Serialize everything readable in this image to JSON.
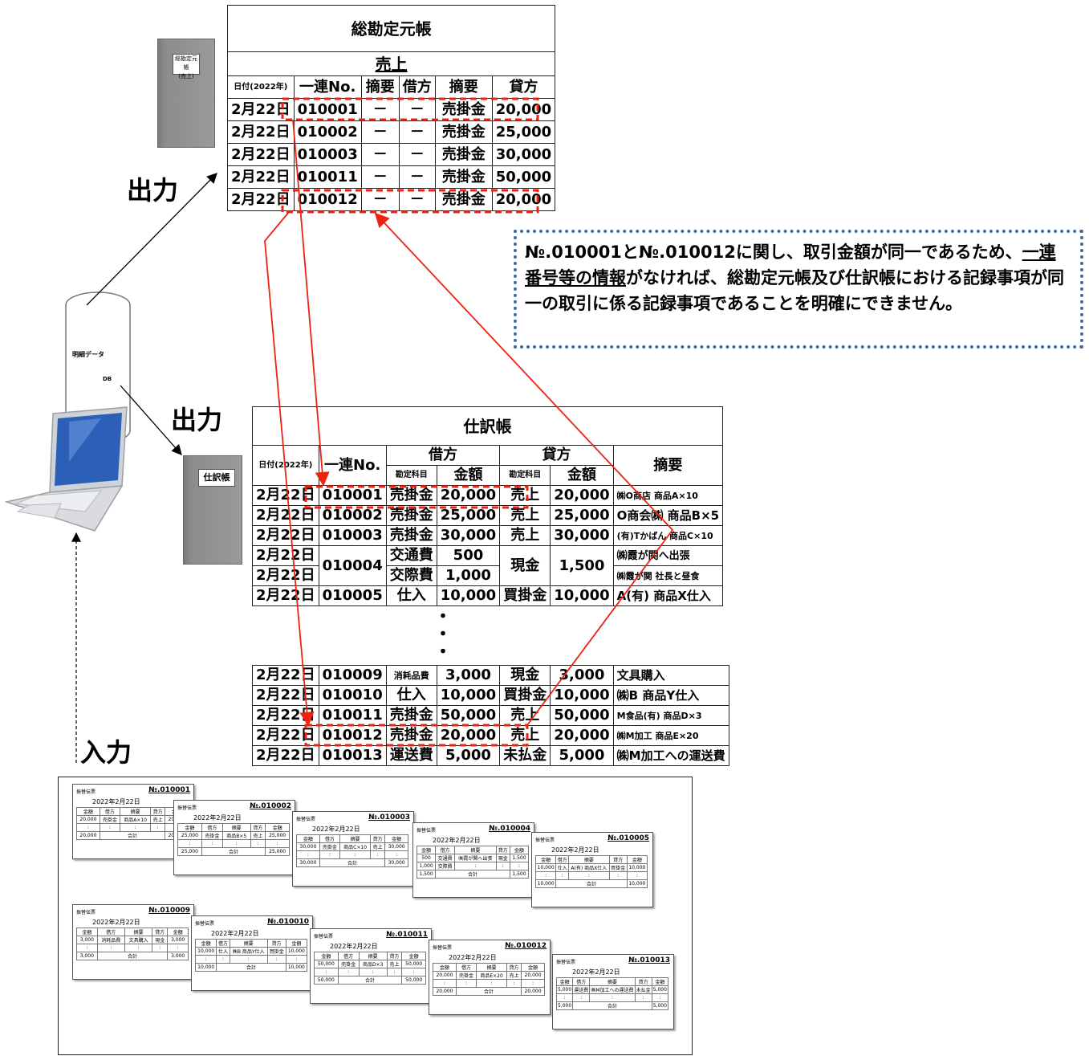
{
  "general_ledger": {
    "title": "総勘定元帳",
    "account": "売上",
    "headers": [
      "日付(2022年)",
      "一連No.",
      "摘要",
      "借方",
      "摘要",
      "貸方"
    ],
    "rows": [
      [
        "2月22日",
        "010001",
        "－",
        "－",
        "売掛金",
        "20,000"
      ],
      [
        "2月22日",
        "010002",
        "－",
        "－",
        "売掛金",
        "25,000"
      ],
      [
        "2月22日",
        "010003",
        "－",
        "－",
        "売掛金",
        "30,000"
      ],
      [
        "2月22日",
        "010011",
        "－",
        "－",
        "売掛金",
        "50,000"
      ],
      [
        "2月22日",
        "010012",
        "－",
        "－",
        "売掛金",
        "20,000"
      ]
    ],
    "book_label": "総勘定元帳\n(売上)"
  },
  "output_label_top": "出力",
  "output_label_mid": "出力",
  "input_label": "入力",
  "db": {
    "label": "明細データ",
    "sub": "DB"
  },
  "note": {
    "part1": "№.010001と№.010012に関し、取引金額が同一であるため、",
    "underlined": "一連番号等の情報",
    "part2": "がなければ、総勘定元帳及び仕訳帳における記録事項が同一の取引に係る記録事項であることを明確にできません。"
  },
  "journal": {
    "title": "仕訳帳",
    "book_label": "仕訳帳",
    "headers": {
      "date": "日付(2022年)",
      "no": "一連No.",
      "debit": "借方",
      "credit": "貸方",
      "account": "勘定科目",
      "amount": "金額",
      "memo": "摘要"
    },
    "rows_a": [
      [
        "2月22日",
        "010001",
        "売掛金",
        "20,000",
        "売上",
        "20,000",
        "㈱O商店 商品A×10"
      ],
      [
        "2月22日",
        "010002",
        "売掛金",
        "25,000",
        "売上",
        "25,000",
        "O商会㈱ 商品B×5"
      ],
      [
        "2月22日",
        "010003",
        "売掛金",
        "30,000",
        "売上",
        "30,000",
        "(有)Tかばん 商品C×10"
      ]
    ],
    "row_004": {
      "dates": [
        "2月22日",
        "2月22日"
      ],
      "no": "010004",
      "debits": [
        [
          "交通費",
          "500"
        ],
        [
          "交際費",
          "1,000"
        ]
      ],
      "credit": [
        "現金",
        "1,500"
      ],
      "memos": [
        "㈱霞が関へ出張",
        "㈱霞が関 社長と昼食"
      ]
    },
    "row_005": [
      "2月22日",
      "010005",
      "仕入",
      "10,000",
      "買掛金",
      "10,000",
      "A(有) 商品X仕入"
    ],
    "ellipsis": "・\n・\n・",
    "rows_b": [
      [
        "2月22日",
        "010009",
        "消耗品費",
        "3,000",
        "現金",
        "3,000",
        "文具購入"
      ],
      [
        "2月22日",
        "010010",
        "仕入",
        "10,000",
        "買掛金",
        "10,000",
        "㈱B 商品Y仕入"
      ],
      [
        "2月22日",
        "010011",
        "売掛金",
        "50,000",
        "売上",
        "50,000",
        "M食品(有) 商品D×3"
      ],
      [
        "2月22日",
        "010012",
        "売掛金",
        "20,000",
        "売上",
        "20,000",
        "㈱M加工 商品E×20"
      ],
      [
        "2月22日",
        "010013",
        "運送費",
        "5,000",
        "未払金",
        "5,000",
        "㈱M加工への運送費"
      ]
    ]
  },
  "vouchers": {
    "header": "振替伝票",
    "date": "2022年2月22日",
    "col_headers": [
      "金額",
      "借方",
      "摘要",
      "貸方",
      "金額"
    ],
    "total": "合計",
    "items": [
      {
        "no": "№.010001",
        "amount": "20,000",
        "debit": "売掛金",
        "memo": "商品A×10",
        "credit": "売上"
      },
      {
        "no": "№.010002",
        "amount": "25,000",
        "debit": "売掛金",
        "memo": "商品B×5",
        "credit": "売上"
      },
      {
        "no": "№.010003",
        "amount": "30,000",
        "debit": "売掛金",
        "memo": "商品C×10",
        "credit": "売上"
      },
      {
        "no": "№.010004",
        "amount": "500",
        "debit": "交通費",
        "memo": "㈱霞が関へ出張",
        "credit": "現金",
        "amount2": "1,000",
        "debit2": "交際費",
        "total": "1,500"
      },
      {
        "no": "№.010005",
        "amount": "10,000",
        "debit": "仕入",
        "memo": "A(有) 商品X仕入",
        "credit": "買掛金"
      },
      {
        "no": "№.010009",
        "amount": "3,000",
        "debit": "消耗品費",
        "memo": "文具購入",
        "credit": "現金"
      },
      {
        "no": "№.010010",
        "amount": "10,000",
        "debit": "仕入",
        "memo": "㈱B 商品Y仕入",
        "credit": "買掛金"
      },
      {
        "no": "№.010011",
        "amount": "50,000",
        "debit": "売掛金",
        "memo": "商品D×3",
        "credit": "売上"
      },
      {
        "no": "№.010012",
        "amount": "20,000",
        "debit": "売掛金",
        "memo": "商品E×20",
        "credit": "売上"
      },
      {
        "no": "№.010013",
        "amount": "5,000",
        "debit": "運送費",
        "memo": "㈱M加工への運送費",
        "credit": "未払金"
      }
    ]
  }
}
